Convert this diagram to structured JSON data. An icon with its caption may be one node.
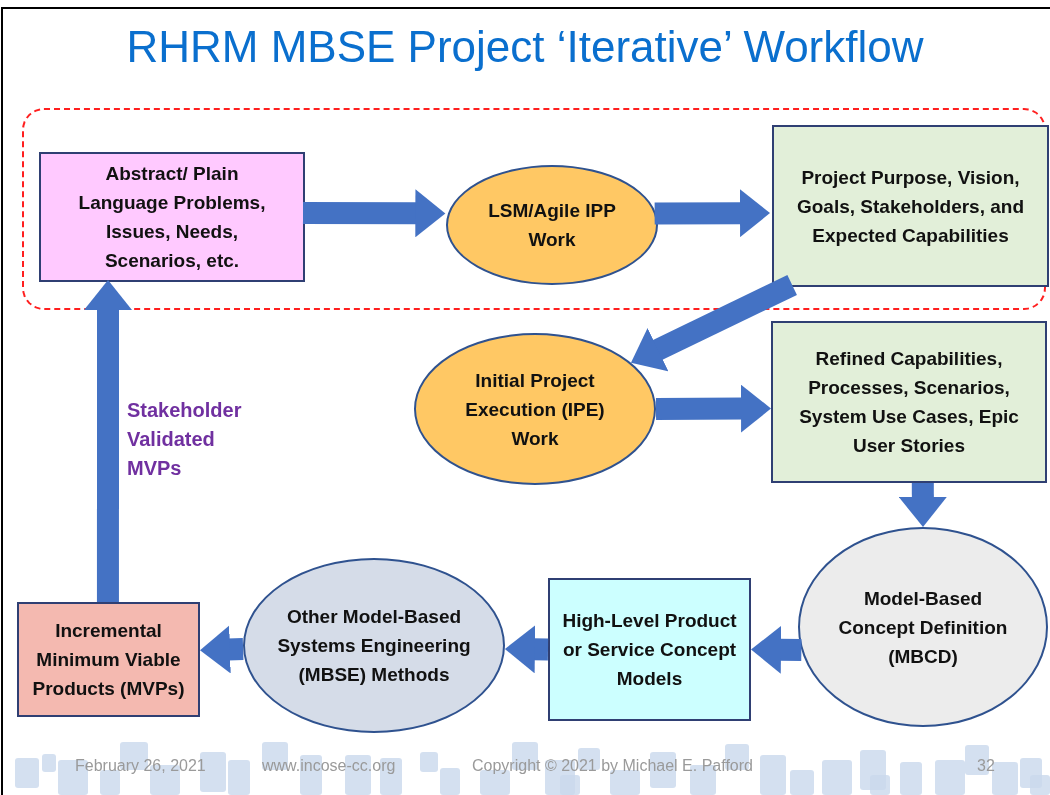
{
  "diagram": {
    "title": "RHRM MBSE Project ‘Iterative’ Workflow",
    "nodes": [
      {
        "text": [],
        "shape": "box"
      },
      {
        "text": [
          "Abstract/ Plain Language Problems, Issues, Needs, Scenarios, etc."
        ],
        "in": 0
      },
      {
        "text": [
          "LSM/Agile IPP Work"
        ],
        "in": 0
      },
      {
        "text": [
          "Project Purpose, Vision, Goals, Stakeholders, and Expected Capabilities"
        ],
        "in": 0
      },
      {
        "text": [
          "Initial Project Execution (IPE) Work"
        ]
      },
      {
        "text": [
          "Refined Capabilities, Processes, Scenarios, System Use Cases, Epic User Stories"
        ]
      },
      {
        "text": [
          "Model-Based Concept Definition (MBCD)"
        ]
      },
      {
        "text": [
          "High-Level Product or Service Concept Models"
        ]
      },
      {
        "text": [
          "Other Model-Based Systems Engineering (MBSE) Methods"
        ]
      },
      {
        "text": [
          "Incremental Minimum Viable Products (MVPs)"
        ]
      }
    ],
    "edges": [
      {
        "from": 1,
        "to": 2,
        "arrow": "to"
      },
      {
        "from": 2,
        "to": 3,
        "arrow": "to"
      },
      {
        "from": 3,
        "to": 4,
        "arrow": "to"
      },
      {
        "from": 4,
        "to": 5,
        "arrow": "to"
      },
      {
        "from": 5,
        "to": 6,
        "arrow": "to"
      },
      {
        "from": 6,
        "to": 7,
        "arrow": "to"
      },
      {
        "from": 7,
        "to": 8,
        "arrow": "to"
      },
      {
        "from": 8,
        "to": 9,
        "arrow": "to"
      },
      {
        "from": 9,
        "to": 1,
        "arrow": "to",
        "label": "Stakeholder Validated MVPs"
      }
    ],
    "labels": [
      "February 26, 2021",
      "www.incose-cc.org",
      "Copyright © 2021 by Michael E. Pafford",
      "32"
    ]
  }
}
